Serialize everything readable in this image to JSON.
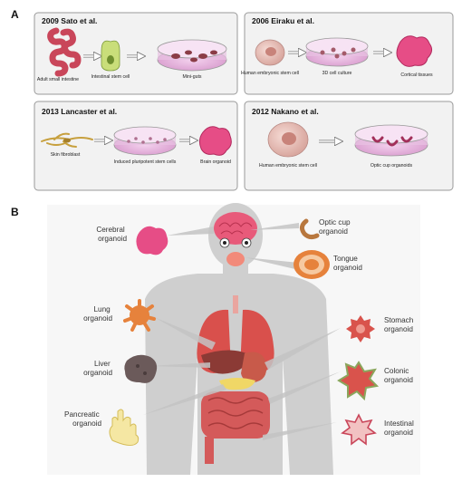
{
  "panel_a": {
    "label": "A",
    "boxes": [
      {
        "title": "2009 Sato et al.",
        "steps": [
          "Adult small intestine",
          "Intestinal stem cell",
          "Mini-guts"
        ]
      },
      {
        "title": "2006 Eiraku et al.",
        "steps": [
          "Human embryonic stem cell",
          "3D cell culture",
          "Cortical tissues"
        ]
      },
      {
        "title": "2013 Lancaster et al.",
        "steps": [
          "Skin fibroblast",
          "Induced pluripotent stem cells",
          "Brain organoid"
        ]
      },
      {
        "title": "2012 Nakano et al.",
        "steps": [
          "Human embryonic stem cell",
          "Optic cup organoids"
        ]
      }
    ]
  },
  "panel_b": {
    "label": "B",
    "organoids": {
      "cerebral": [
        "Cerebral",
        "organoid"
      ],
      "optic": [
        "Optic cup",
        "organoid"
      ],
      "tongue": [
        "Tongue",
        "organoid"
      ],
      "lung": [
        "Lung",
        "organoid"
      ],
      "stomach": [
        "Stomach",
        "organoid"
      ],
      "liver": [
        "Liver",
        "organoid"
      ],
      "colonic": [
        "Colonic",
        "organoid"
      ],
      "pancreatic": [
        "Pancreatic",
        "organoid"
      ],
      "intestinal": [
        "Intestinal",
        "organoid"
      ]
    }
  },
  "colors": {
    "box_bg": "#f2f2f2",
    "box_border": "#9a9a9a",
    "intestine": "#c9465a",
    "dish_liquid": "#e8b4e0",
    "stem_cell": "#ecc6c0",
    "nucleus": "#c8837a",
    "organoid_pink": "#e64d86",
    "body_gray": "#cfcfcf",
    "optic_brown": "#b8773e",
    "lung_orange": "#e6823c",
    "stomach_red": "#d9534c",
    "liver_brown": "#6b5a5a",
    "pancreas_yellow": "#f5e7a3",
    "colon_green": "#8aa65c"
  }
}
